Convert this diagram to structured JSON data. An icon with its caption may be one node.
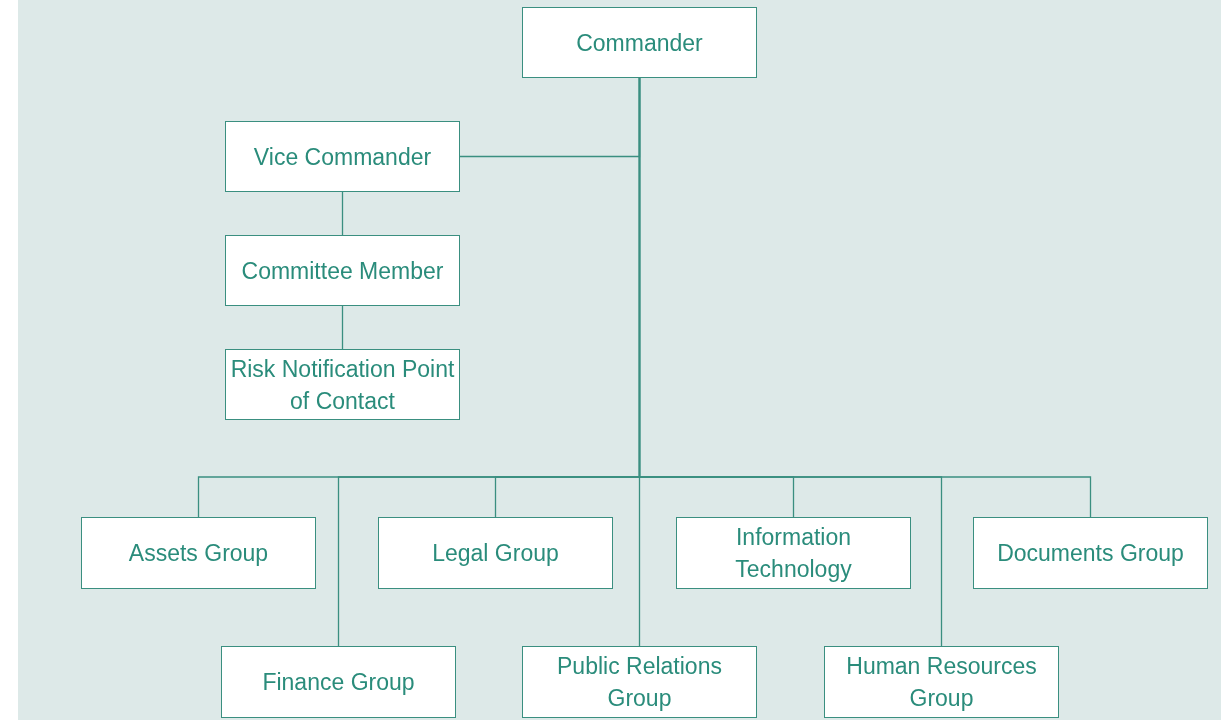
{
  "diagram": {
    "nodes": [
      {
        "text": [
          "Commander"
        ]
      },
      {
        "text": [
          "Vice Commander"
        ]
      },
      {
        "text": [
          "Committee Member"
        ]
      },
      {
        "text": [
          "Risk Notification Point of Contact"
        ]
      },
      {
        "text": [
          "Assets Group"
        ]
      },
      {
        "text": [
          "Finance Group"
        ]
      },
      {
        "text": [
          "Legal Group"
        ]
      },
      {
        "text": [
          "Public Relations Group"
        ]
      },
      {
        "text": [
          "Information Technology"
        ]
      },
      {
        "text": [
          "Human Resources Group"
        ]
      },
      {
        "text": [
          "Documents Group"
        ]
      }
    ],
    "edges": [
      {
        "from": 0,
        "to": 1,
        "arrow": "none"
      },
      {
        "from": 1,
        "to": 2,
        "arrow": "none"
      },
      {
        "from": 2,
        "to": 3,
        "arrow": "none"
      },
      {
        "from": 0,
        "to": 4,
        "arrow": "none"
      },
      {
        "from": 0,
        "to": 5,
        "arrow": "none"
      },
      {
        "from": 0,
        "to": 6,
        "arrow": "none"
      },
      {
        "from": 0,
        "to": 7,
        "arrow": "none"
      },
      {
        "from": 0,
        "to": 8,
        "arrow": "none"
      },
      {
        "from": 0,
        "to": 9,
        "arrow": "none"
      },
      {
        "from": 0,
        "to": 10,
        "arrow": "none"
      }
    ]
  }
}
